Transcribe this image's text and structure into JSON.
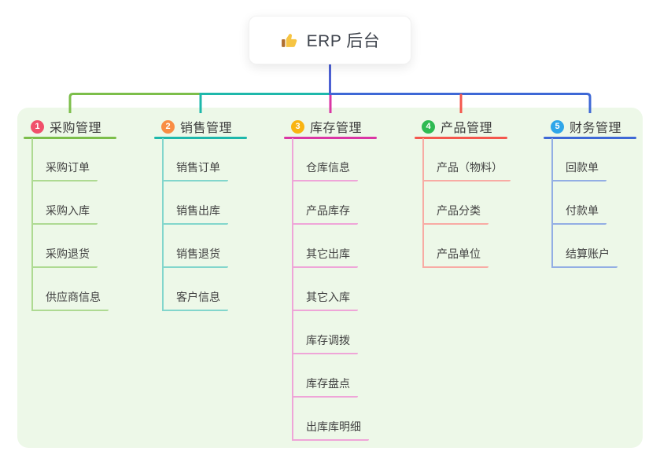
{
  "root": {
    "label": "ERP 后台",
    "icon": "thumbs-up-icon",
    "connector_color": "#4c60d3",
    "icon_colors": {
      "hand": "#f6c443",
      "cuff": "#b06f2f"
    }
  },
  "panel": {
    "background": "#edf8e8"
  },
  "branches": [
    {
      "index": "1",
      "label": "采购管理",
      "badge_color": "#f0506b",
      "line_color": "#7cbe4a",
      "sub_line_color": "#aeda92",
      "items": [
        "采购订单",
        "采购入库",
        "采购退货",
        "供应商信息"
      ]
    },
    {
      "index": "2",
      "label": "销售管理",
      "badge_color": "#f98d44",
      "line_color": "#1eb8ab",
      "sub_line_color": "#82d6cc",
      "items": [
        "销售订单",
        "销售出库",
        "销售退货",
        "客户信息"
      ]
    },
    {
      "index": "3",
      "label": "库存管理",
      "badge_color": "#f9b411",
      "line_color": "#da36a4",
      "sub_line_color": "#efa5d8",
      "items": [
        "仓库信息",
        "产品库存",
        "其它出库",
        "其它入库",
        "库存调拨",
        "库存盘点",
        "出库库明细"
      ]
    },
    {
      "index": "4",
      "label": "产品管理",
      "badge_color": "#2eba52",
      "line_color": "#f4574d",
      "sub_line_color": "#f8aba4",
      "items": [
        "产品（物料）",
        "产品分类",
        "产品单位"
      ]
    },
    {
      "index": "5",
      "label": "财务管理",
      "badge_color": "#2fa6e9",
      "line_color": "#3e68d6",
      "sub_line_color": "#93aee4",
      "items": [
        "回款单",
        "付款单",
        "结算账户"
      ]
    }
  ]
}
